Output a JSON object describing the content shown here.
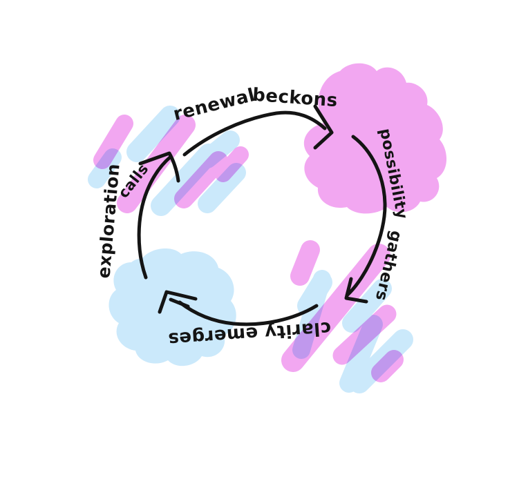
{
  "diagram": {
    "type": "cycle",
    "direction": "clockwise",
    "style": "hand-drawn marker sketch with highlighter accents"
  },
  "stages": [
    {
      "label": "renewal beckons",
      "position": "top"
    },
    {
      "label": "possibility gathers",
      "position": "right"
    },
    {
      "label": "clarity emerges",
      "position": "bottom"
    },
    {
      "label": "exploration calls",
      "position": "left"
    }
  ],
  "phrases": {
    "top": {
      "word1": "renewal",
      "word2": "beckons"
    },
    "right": {
      "word1": "possibility",
      "word2": "gathers"
    },
    "bottom": {
      "text": "clarity emerges"
    },
    "left": {
      "word1": "exploration",
      "word2": "calls"
    }
  },
  "colors": {
    "background": "#ffffff",
    "highlighter_pink": "#f2a7f1",
    "highlighter_blue": "#cbe9fb",
    "overlap_purple": "#b9a0ec",
    "ink": "#141414"
  }
}
